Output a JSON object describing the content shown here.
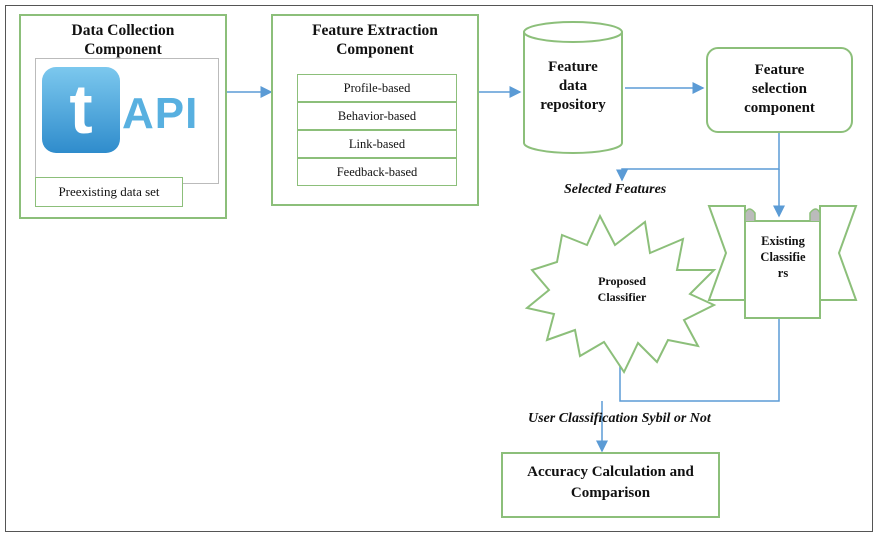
{
  "data_collection": {
    "title": "Data Collection\nComponent",
    "api_text": "API",
    "preexisting_label": "Preexisting data set"
  },
  "feature_extraction": {
    "title": "Feature Extraction\nComponent",
    "items": [
      "Profile-based",
      "Behavior-based",
      "Link-based",
      "Feedback-based"
    ]
  },
  "repository": {
    "label": "Feature\ndata\nrepository"
  },
  "feature_selection": {
    "label": "Feature\nselection\ncomponent"
  },
  "selected_features": "Selected Features",
  "proposed_classifier": "Proposed\nClassifier",
  "existing_classifiers": "Existing\nClassifie\nrs",
  "user_classification": "User Classification Sybil or Not",
  "accuracy": "Accuracy Calculation and\nComparison",
  "colors": {
    "border_green": "#8cbf7a",
    "arrow_blue": "#5b9bd5",
    "twitter_blue": "#4aa8dc"
  },
  "icons": [
    "twitter-bird-icon"
  ]
}
